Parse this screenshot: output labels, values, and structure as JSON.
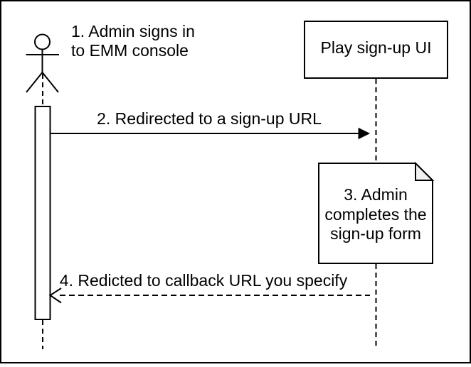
{
  "colors": {
    "stroke": "#000000",
    "background": "#ffffff",
    "note_fold_fill": "#f2f2f2"
  },
  "actor": {
    "annotation": {
      "line1": "1. Admin signs in",
      "line2": "to EMM console"
    }
  },
  "participant": {
    "label": "Play sign-up UI"
  },
  "messages": {
    "signup_redirect": {
      "label": "2. Redirected to a sign-up URL",
      "line_style": "solid",
      "arrowhead": "filled-triangle",
      "direction": "left-to-right"
    },
    "callback_redirect": {
      "label": "4. Redicted to callback URL you specify",
      "line_style": "dashed",
      "arrowhead": "open",
      "direction": "right-to-left"
    }
  },
  "note": {
    "line1": "3. Admin",
    "line2": "completes the",
    "line3": "sign-up form"
  }
}
